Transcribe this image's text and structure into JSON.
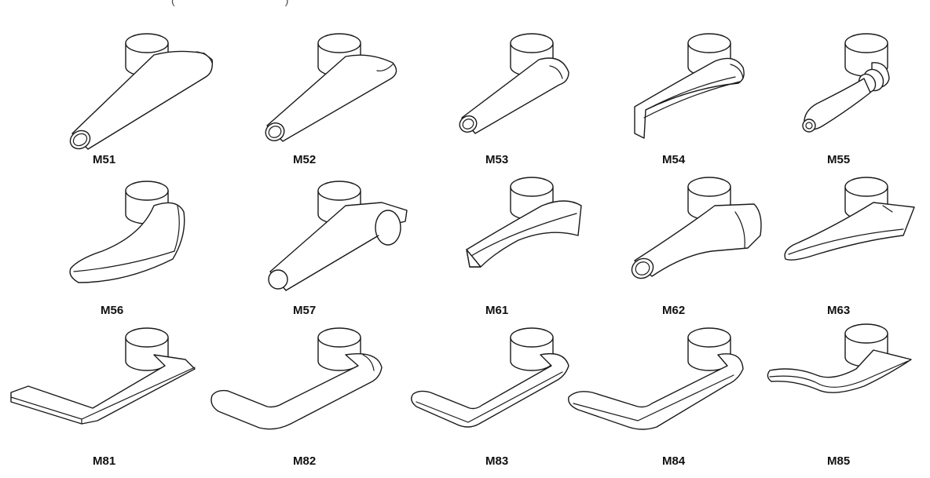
{
  "header_fragment": "(                                    )",
  "levers": [
    {
      "code": "M51",
      "icon": "lever-straight-round-icon"
    },
    {
      "code": "M52",
      "icon": "lever-straight-return-icon"
    },
    {
      "code": "M53",
      "icon": "lever-short-return-icon"
    },
    {
      "code": "M54",
      "icon": "lever-curved-flat-icon"
    },
    {
      "code": "M55",
      "icon": "lever-tapered-traditional-icon"
    },
    {
      "code": "M56",
      "icon": "lever-curved-paddle-icon"
    },
    {
      "code": "M57",
      "icon": "lever-straight-rose-icon"
    },
    {
      "code": "M61",
      "icon": "lever-curved-hollow-icon"
    },
    {
      "code": "M62",
      "icon": "lever-curved-round-icon"
    },
    {
      "code": "M63",
      "icon": "lever-flared-flat-icon"
    },
    {
      "code": "M81",
      "icon": "lever-angular-flat-icon"
    },
    {
      "code": "M82",
      "icon": "lever-bent-round-icon"
    },
    {
      "code": "M83",
      "icon": "lever-bent-profile-icon"
    },
    {
      "code": "M84",
      "icon": "lever-bent-sculpted-icon"
    },
    {
      "code": "M85",
      "icon": "lever-wave-icon"
    }
  ],
  "colors": {
    "ink": "#1a1a1a",
    "background": "#ffffff"
  }
}
